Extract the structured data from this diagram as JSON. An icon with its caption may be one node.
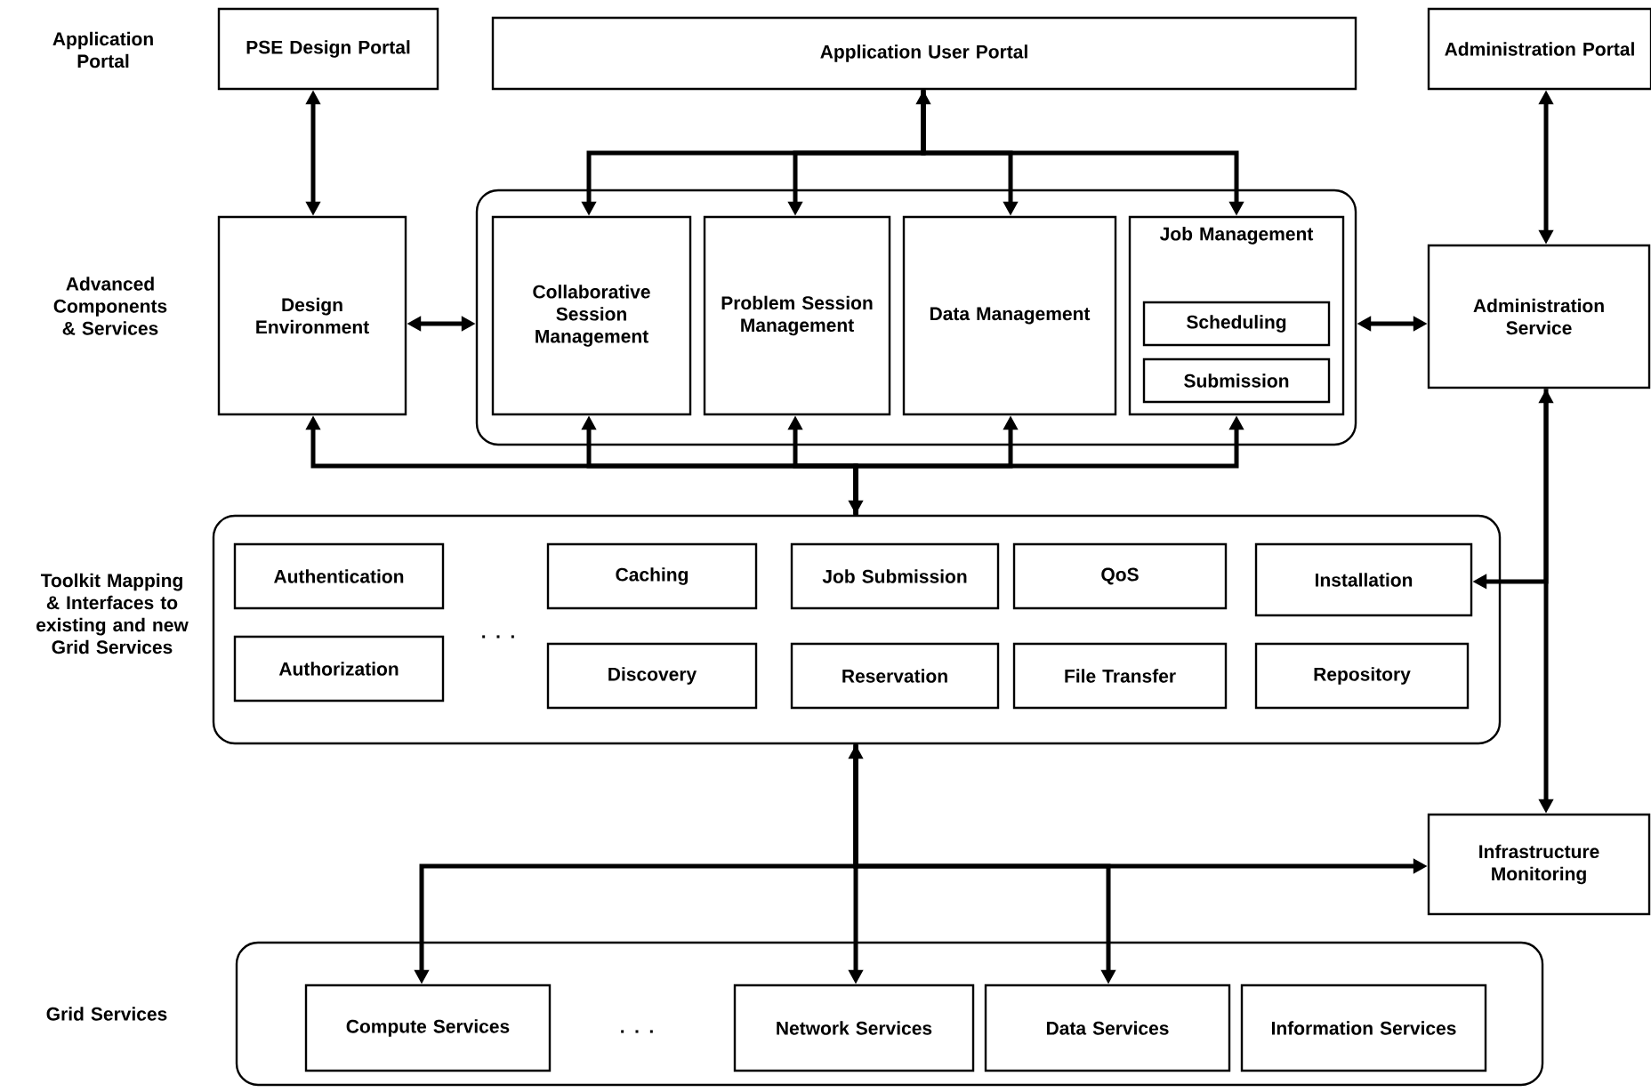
{
  "diagram": {
    "nodes": [
      {
        "text": [
          "PSE Design Portal"
        ]
      },
      {
        "text": [
          "Application User Portal"
        ]
      },
      {
        "text": [
          "Administration Portal"
        ]
      },
      {
        "text": [
          "Design Environment"
        ]
      },
      {
        "text": [],
        "shape": "box"
      },
      {
        "text": [
          "Collaborative Session Management"
        ],
        "in": 4
      },
      {
        "text": [
          "Problem Session Management"
        ],
        "in": 4
      },
      {
        "text": [
          "Data Management"
        ],
        "in": 4
      },
      {
        "text": [
          "Job Management"
        ],
        "in": 4
      },
      {
        "text": [
          "Scheduling"
        ],
        "in": 8
      },
      {
        "text": [
          "Submission"
        ],
        "in": 8
      },
      {
        "text": [
          "Administration Service"
        ]
      },
      {
        "text": [],
        "shape": "box"
      },
      {
        "text": [
          "Authentication"
        ],
        "in": 12
      },
      {
        "text": [
          "Authorization"
        ],
        "in": 12
      },
      {
        "text": [
          "Caching"
        ],
        "in": 12
      },
      {
        "text": [
          "Discovery"
        ],
        "in": 12
      },
      {
        "text": [
          "Job Submission"
        ],
        "in": 12
      },
      {
        "text": [
          "Reservation"
        ],
        "in": 12
      },
      {
        "text": [
          "QoS"
        ],
        "in": 12
      },
      {
        "text": [
          "File Transfer"
        ],
        "in": 12
      },
      {
        "text": [
          "Installation"
        ],
        "in": 12
      },
      {
        "text": [
          "Repository"
        ],
        "in": 12
      },
      {
        "text": [
          "Infrastructure Monitoring"
        ]
      },
      {
        "text": [],
        "shape": "box"
      },
      {
        "text": [
          "Compute Services"
        ],
        "in": 24
      },
      {
        "text": [
          "Network Services"
        ],
        "in": 24
      },
      {
        "text": [
          "Data Services"
        ],
        "in": 24
      },
      {
        "text": [
          "Information Services"
        ],
        "in": 24
      }
    ],
    "edges": [
      {
        "from": 0,
        "to": 3,
        "arrow": "both"
      },
      {
        "from": 3,
        "to": 4,
        "arrow": "both"
      },
      {
        "from": 1,
        "to": 5,
        "arrow": "both"
      },
      {
        "from": 1,
        "to": 6,
        "arrow": "to"
      },
      {
        "from": 1,
        "to": 7,
        "arrow": "to"
      },
      {
        "from": 1,
        "to": 8,
        "arrow": "to"
      },
      {
        "from": 4,
        "to": 11,
        "arrow": "both"
      },
      {
        "from": 2,
        "to": 11,
        "arrow": "both"
      },
      {
        "from": 12,
        "to": 3,
        "arrow": "both"
      },
      {
        "from": 12,
        "to": 5,
        "arrow": "to"
      },
      {
        "from": 12,
        "to": 6,
        "arrow": "to"
      },
      {
        "from": 12,
        "to": 7,
        "arrow": "to"
      },
      {
        "from": 12,
        "to": 8,
        "arrow": "to"
      },
      {
        "from": 11,
        "to": 21,
        "arrow": "to"
      },
      {
        "from": 11,
        "to": 23,
        "arrow": "both"
      },
      {
        "from": 12,
        "to": 25,
        "arrow": "to"
      },
      {
        "from": 12,
        "to": 26,
        "arrow": "both"
      },
      {
        "from": 12,
        "to": 27,
        "arrow": "to"
      },
      {
        "from": 12,
        "to": 23,
        "arrow": "to"
      }
    ],
    "labels": [
      "Application Portal",
      "Advanced Components & Services",
      "Toolkit Mapping & Interfaces to existing and new Grid Services",
      ". . .",
      "Grid Services",
      ". . ."
    ]
  }
}
